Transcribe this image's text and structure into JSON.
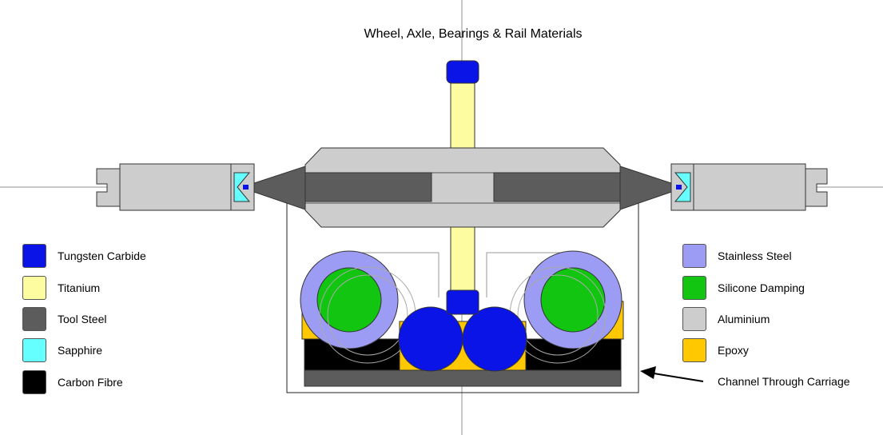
{
  "title": "Wheel, Axle, Bearings & Rail Materials",
  "legend_left": [
    {
      "label": "Tungsten Carbide",
      "color": "#0a14e6"
    },
    {
      "label": "Titanium",
      "color": "#fefca0"
    },
    {
      "label": "Tool Steel",
      "color": "#5c5c5c"
    },
    {
      "label": "Sapphire",
      "color": "#66ffff"
    },
    {
      "label": "Carbon Fibre",
      "color": "#000000"
    }
  ],
  "legend_right": [
    {
      "label": "Stainless Steel",
      "color": "#9c9cf4"
    },
    {
      "label": "Silicone Damping",
      "color": "#11c511"
    },
    {
      "label": "Aluminium",
      "color": "#cdcdcd"
    },
    {
      "label": "Epoxy",
      "color": "#ffc800"
    }
  ],
  "annotation": "Channel Through Carriage"
}
